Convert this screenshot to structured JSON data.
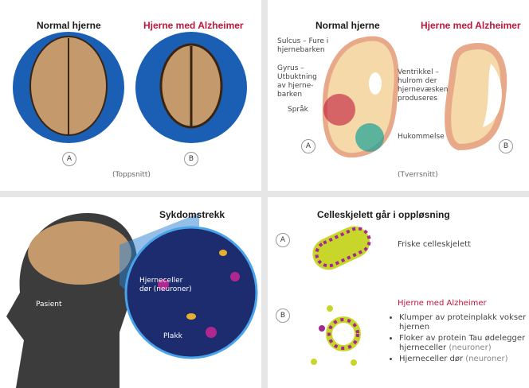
{
  "panel_top_left": {
    "title_normal": "Normal hjerne",
    "title_alz": "Hjerne med Alzheimer",
    "label_a": "A",
    "label_b": "B",
    "caption": "(Toppsnitt)"
  },
  "panel_top_right": {
    "title_normal": "Normal hjerne",
    "title_alz": "Hjerne med Alzheimer",
    "sulcus": "Sulcus – Fure i hjernebarken",
    "gyrus": "Gyrus – Utbuktning av hjerne-barken",
    "sprak": "Språk",
    "ventrikkel": "Ventrikkel – hulrom der hjernevæsken produseres",
    "hukommelse": "Hukommelse",
    "label_a": "A",
    "label_b": "B",
    "caption": "(Tverrsnitt)"
  },
  "panel_bottom_left": {
    "title": "Sykdomstrekk",
    "pasient": "Pasient",
    "neuron_label": "Hjerneceller dør (neuroner)",
    "plakk": "Plakk"
  },
  "panel_bottom_right": {
    "title": "Celleskjelett går i oppløsning",
    "label_a": "A",
    "label_b": "B",
    "healthy": "Friske celleskjelett",
    "alz_title": "Hjerne med Alzheimer",
    "bullets": [
      "Klumper av proteinplakk vokser i hjernen",
      "Floker av protein Tau ødelegger hjerneceller",
      "Hjerneceller dør"
    ],
    "bullet2_suffix": "(neuroner)",
    "bullet3_suffix": "(neuroner)"
  },
  "colors": {
    "accent_red": "#c0163a",
    "blue": "#1a5fb4",
    "brain": "#f2c9a0",
    "cortex": "#e8a98a",
    "yellow": "#c8d62b",
    "magenta": "#a3288f"
  }
}
